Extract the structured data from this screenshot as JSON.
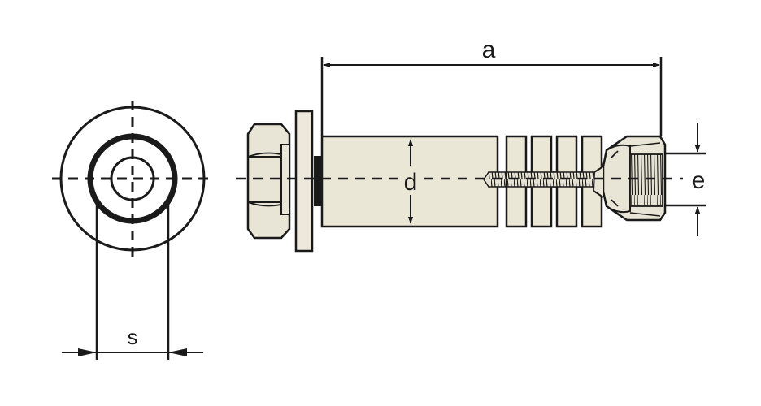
{
  "labels": {
    "a": "a",
    "d": "d",
    "e": "e",
    "s": "s"
  },
  "colors": {
    "line": "#1a1a1a",
    "body_fill": "#ebe7d6",
    "washer_fill": "#ece8dc",
    "hex_fill": "#e9e5d6",
    "background": "#ffffff"
  }
}
